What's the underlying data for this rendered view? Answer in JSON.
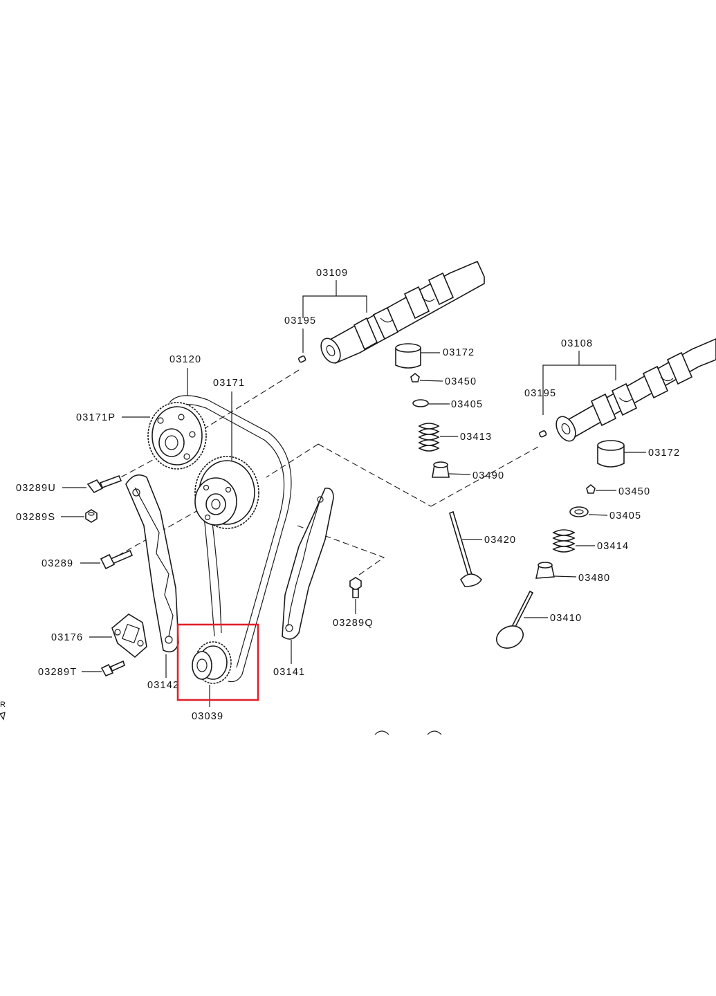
{
  "labels": {
    "camshaft_intake": "03109",
    "pin_left": "03195",
    "tappet_upper": "03172",
    "retainer_upper": "03450",
    "seat_upper": "03405",
    "spring_upper": "03413",
    "seal_upper": "03490",
    "camshaft_exhaust": "03108",
    "pin_right": "03195",
    "tappet_right": "03172",
    "retainer_right": "03450",
    "seat_right": "03405",
    "spring_right": "03414",
    "seal_right": "03480",
    "valve_intake": "03420",
    "valve_exhaust": "03410",
    "chain": "03120",
    "sprocket_exhaust": "03171",
    "sprocket_intake": "03171P",
    "bolt_u": "03289U",
    "bolt_s": "03289S",
    "bolt": "03289",
    "tensioner": "03176",
    "bolt_t": "03289T",
    "guide_left": "03142",
    "crank_sprocket": "03039",
    "guide_right": "03141",
    "bolt_q": "03289Q",
    "edge_mark": "R"
  },
  "colors": {
    "highlight": "#e0202a",
    "line": "#1a1a1a"
  }
}
